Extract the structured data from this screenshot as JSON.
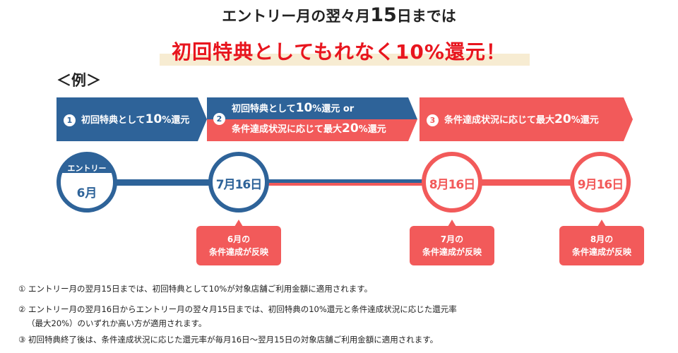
{
  "header": {
    "line1_pre": "エントリー月の翌々月",
    "line1_num": "15",
    "line1_post": "日までは",
    "line2": "初回特典としてもれなく10%還元！"
  },
  "example_label": "＜例＞",
  "colors": {
    "blue": "#2e6399",
    "red": "#f25a5a",
    "title_red": "#e8151e",
    "highlight": "#f7ecd2"
  },
  "phases": [
    {
      "num": "1",
      "text_pre": "初回特典として",
      "text_num": "10",
      "text_post": "%還元"
    },
    {
      "num": "2",
      "line1_pre": "初回特典として",
      "line1_num": "10",
      "line1_post": "%還元 or",
      "line2_pre": "条件達成状況に応じて最大",
      "line2_num": "20",
      "line2_post": "%還元"
    },
    {
      "num": "3",
      "text_pre": "条件達成状況に応じて最大",
      "text_num": "20",
      "text_post": "%還元"
    }
  ],
  "timeline": {
    "entry_label": "エントリー",
    "entry_month": "6月",
    "dates": [
      "7月16日",
      "8月16日",
      "9月16日"
    ]
  },
  "callouts": [
    {
      "line1": "6月の",
      "line2": "条件達成が反映"
    },
    {
      "line1": "7月の",
      "line2": "条件達成が反映"
    },
    {
      "line1": "8月の",
      "line2": "条件達成が反映"
    }
  ],
  "notes": [
    "① エントリー月の翌月15日までは、初回特典として10%が対象店舗ご利用金額に適用されます。",
    "② エントリー月の翌月16日からエントリー月の翌々月15日までは、初回特典の10%還元と条件達成状況に応じた還元率",
    "（最大20%）のいずれか高い方が適用されます。",
    "③ 初回特典終了後は、条件達成状況に応じた還元率が毎月16日〜翌月15日の対象店舗ご利用金額に適用されます。"
  ]
}
